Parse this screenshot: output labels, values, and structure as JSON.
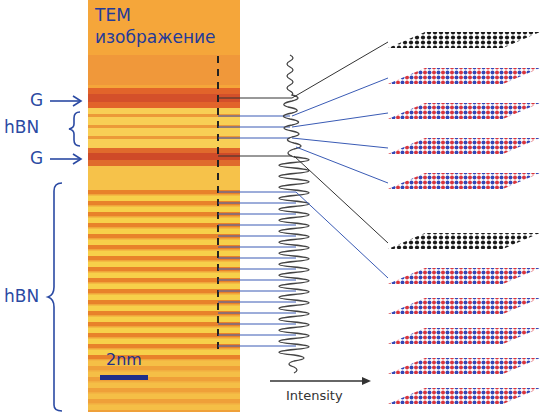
{
  "diagram": {
    "nodes": [
      {
        "text": [
          "TEM изображение",
          "2nm"
        ]
      }
    ],
    "labels": [
      "G",
      "hBN",
      "G",
      "hBN",
      "Intensity"
    ]
  }
}
